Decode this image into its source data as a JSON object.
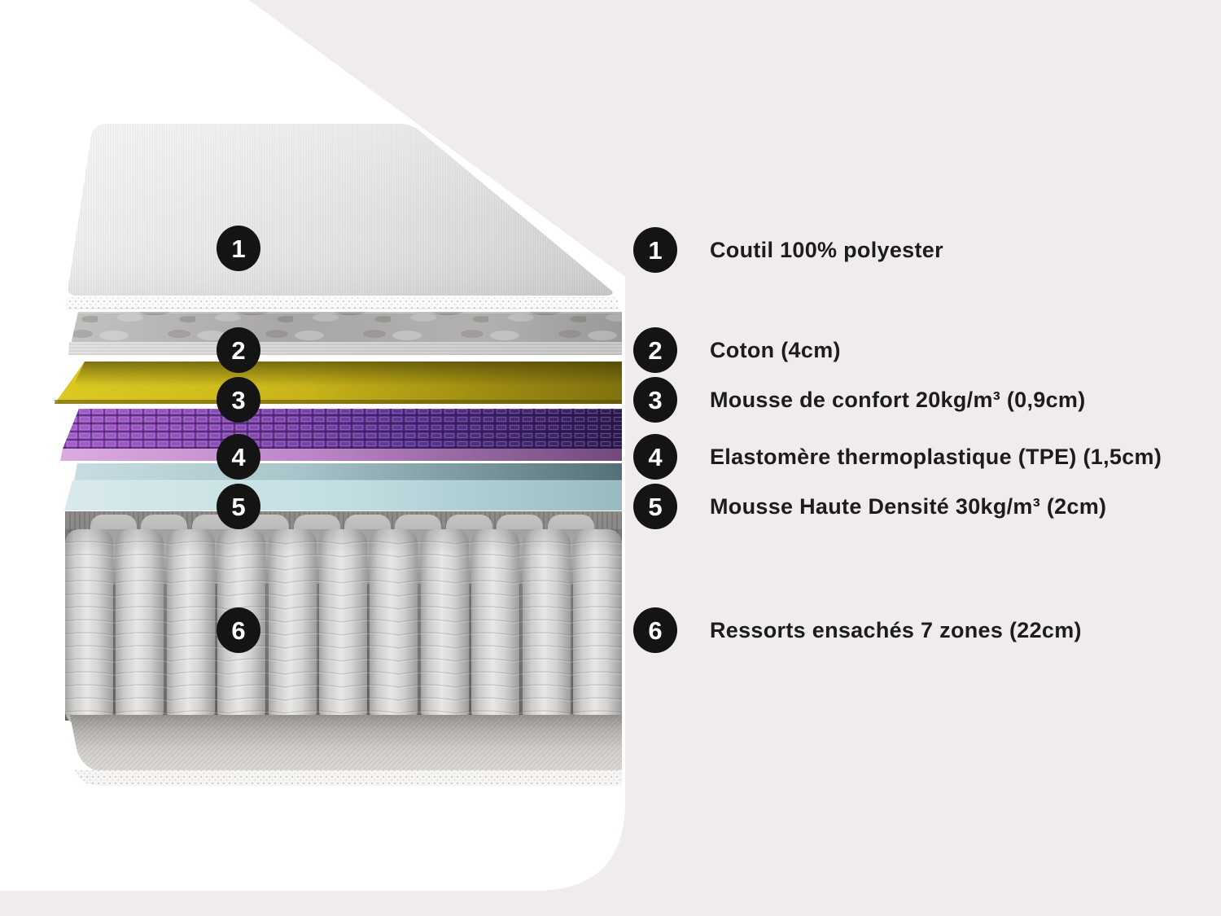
{
  "page": {
    "background": "#f0ecec",
    "white_sweep": "#ffffff"
  },
  "legend": {
    "badge_bg": "#141414",
    "badge_fg": "#ffffff",
    "text_color": "#1c1c1c",
    "items": [
      {
        "number": "1",
        "label": "Coutil 100% polyester"
      },
      {
        "number": "2",
        "label": "Coton (4cm)"
      },
      {
        "number": "3",
        "label": "Mousse de confort 20kg/m³ (0,9cm)"
      },
      {
        "number": "4",
        "label": "Elastomère thermoplastique (TPE) (1,5cm)"
      },
      {
        "number": "5",
        "label": "Mousse Haute Densité 30kg/m³ (2cm)"
      },
      {
        "number": "6",
        "label": "Ressorts ensachés 7 zones (22cm)"
      }
    ]
  },
  "diagram": {
    "layers": [
      {
        "number": "1",
        "name": "quilted-cover",
        "color": "#e9e8e7"
      },
      {
        "number": "2",
        "name": "cotton-pad",
        "color": "#a9a7a5"
      },
      {
        "number": "3",
        "name": "comfort-foam",
        "color": "#cdb91b"
      },
      {
        "number": "4",
        "name": "tpe-elastomer",
        "color": "#8a4bb4"
      },
      {
        "number": "5",
        "name": "high-density-foam",
        "color": "#c2dee2"
      },
      {
        "number": "6",
        "name": "pocket-springs",
        "color": "#d6d4d2"
      }
    ]
  }
}
